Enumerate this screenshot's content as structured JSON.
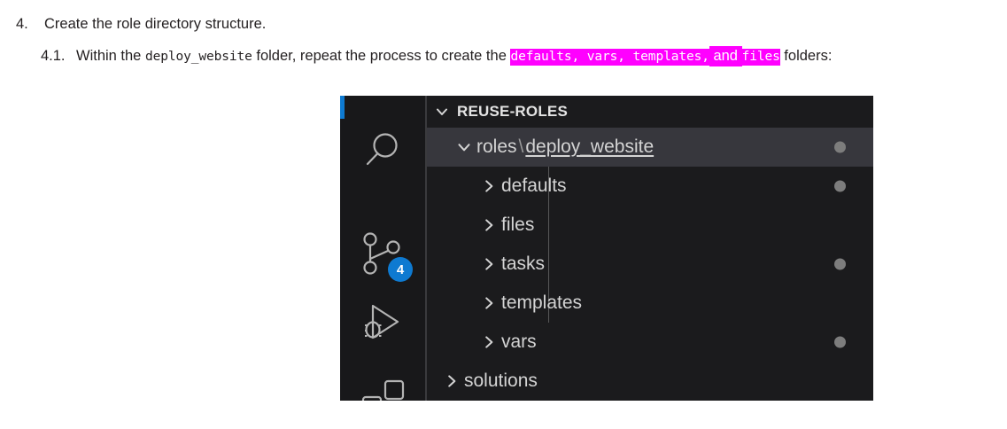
{
  "document": {
    "steps": [
      {
        "number": "4.",
        "segments": [
          {
            "text": "Create the role directory structure.",
            "style": "plain"
          }
        ]
      },
      {
        "number": "4.1.",
        "segments": [
          {
            "text": "Within the ",
            "style": "plain"
          },
          {
            "text": "deploy_website",
            "style": "mono"
          },
          {
            "text": " folder, repeat the process to create the ",
            "style": "plain"
          },
          {
            "text": "defaults,",
            "style": "mono-highlight"
          },
          {
            "text": " vars,",
            "style": "mono-highlight"
          },
          {
            "text": " templates,",
            "style": "mono-highlight"
          },
          {
            "text": " and ",
            "style": "sans-highlight"
          },
          {
            "text": "files",
            "style": "mono-highlight"
          },
          {
            "text": " folders:",
            "style": "plain"
          }
        ]
      }
    ],
    "step1_number": "4.",
    "step1_text": "Create the role directory structure.",
    "step2_number": "4.1.",
    "step2_prefix": "Within the ",
    "step2_code1": "deploy_website",
    "step2_middle": " folder, repeat the process to create the ",
    "step2_hl_defaults": "defaults,",
    "step2_hl_vars": " vars,",
    "step2_hl_templates": " templates,",
    "step2_hl_and": " and ",
    "step2_hl_files": "files",
    "step2_suffix": " folders:"
  },
  "vscode": {
    "colors": {
      "accent_blue": "#0e7ad1",
      "panel_background": "#1b1b1d",
      "activitybar_background": "#18181a",
      "selected_row": "#37373d",
      "foreground": "#d4d4d4",
      "modified_dot": "#7d7d7d",
      "highlight_magenta": "#ff00ff"
    },
    "activity_bar": {
      "items": [
        {
          "icon": "search-icon",
          "title": "Search",
          "active": false
        },
        {
          "icon": "source-control-icon",
          "title": "Source Control",
          "active": false,
          "badge": "4"
        },
        {
          "icon": "run-and-debug-icon",
          "title": "Run and Debug",
          "active": false
        },
        {
          "icon": "extensions-icon",
          "title": "Extensions",
          "active": false
        }
      ],
      "scm_badge": "4"
    },
    "explorer": {
      "section_title": "REUSE-ROLES",
      "section_expanded": true,
      "tree": [
        {
          "label_primary": "roles",
          "path_separator": "\\",
          "label_secondary": "deploy_website",
          "expanded": true,
          "selected": true,
          "has_dot": true,
          "level": 1
        },
        {
          "label": "defaults",
          "expanded": false,
          "selected": false,
          "has_dot": true,
          "level": 2
        },
        {
          "label": "files",
          "expanded": false,
          "selected": false,
          "has_dot": false,
          "level": 2
        },
        {
          "label": "tasks",
          "expanded": false,
          "selected": false,
          "has_dot": true,
          "level": 2
        },
        {
          "label": "templates",
          "expanded": false,
          "selected": false,
          "has_dot": false,
          "level": 2
        },
        {
          "label": "vars",
          "expanded": false,
          "selected": false,
          "has_dot": true,
          "level": 2
        },
        {
          "label": "solutions",
          "expanded": false,
          "selected": false,
          "has_dot": false,
          "level": 1
        }
      ]
    }
  }
}
